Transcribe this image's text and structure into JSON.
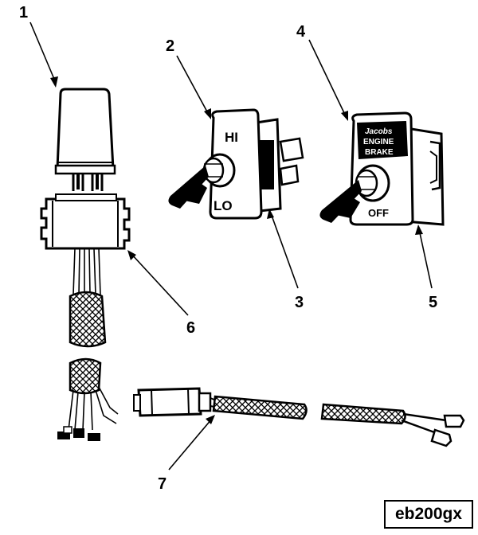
{
  "callouts": {
    "c1": "1",
    "c2": "2",
    "c3": "3",
    "c4": "4",
    "c5": "5",
    "c6": "6",
    "c7": "7"
  },
  "switch_hi_lo": {
    "hi_label": "HI",
    "lo_label": "LO"
  },
  "switch_on_off": {
    "brand": "Jacobs",
    "line1": "ENGINE",
    "line2": "BRAKE",
    "off_label": "OFF"
  },
  "figure_id": "eb200gx",
  "colors": {
    "ink": "#000000",
    "paper": "#ffffff"
  }
}
